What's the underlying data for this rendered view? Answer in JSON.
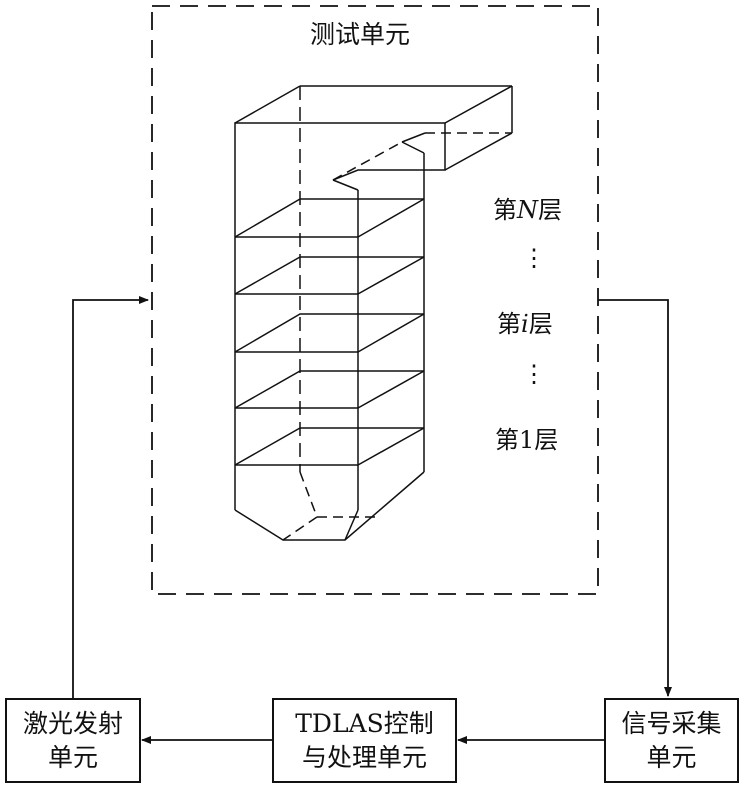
{
  "test_unit": {
    "title": "测试单元"
  },
  "layers": {
    "top": {
      "prefix": "第",
      "var": "N",
      "suffix": "层"
    },
    "dots1": "⋮",
    "middle": {
      "prefix": "第",
      "var": "i",
      "suffix": "层"
    },
    "dots2": "⋮",
    "bottom": {
      "prefix": "第",
      "var": "1",
      "suffix": "层"
    }
  },
  "blocks": {
    "laser": {
      "line1": "激光发射",
      "line2": "单元"
    },
    "tdlas": {
      "line1": "TDLAS控制",
      "line2": "与处理单元"
    },
    "signal": {
      "line1": "信号采集",
      "line2": "单元"
    }
  }
}
